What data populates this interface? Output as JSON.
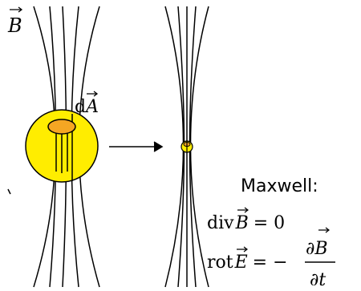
{
  "labels": {
    "field_symbol": "B",
    "area_element_prefix": "d",
    "area_element_symbol": "A",
    "equations_title": "Maxwell:",
    "div_op": "div",
    "div_field": "B",
    "div_rhs": "= 0",
    "rot_op": "rot",
    "rot_field": "E",
    "rot_rhs": "= −",
    "partial": "∂",
    "frac_num_field": "B",
    "frac_den": "∂t"
  },
  "colors": {
    "disc_fill": "#ffed00",
    "patch_fill": "#f5a623",
    "line": "#000000"
  }
}
